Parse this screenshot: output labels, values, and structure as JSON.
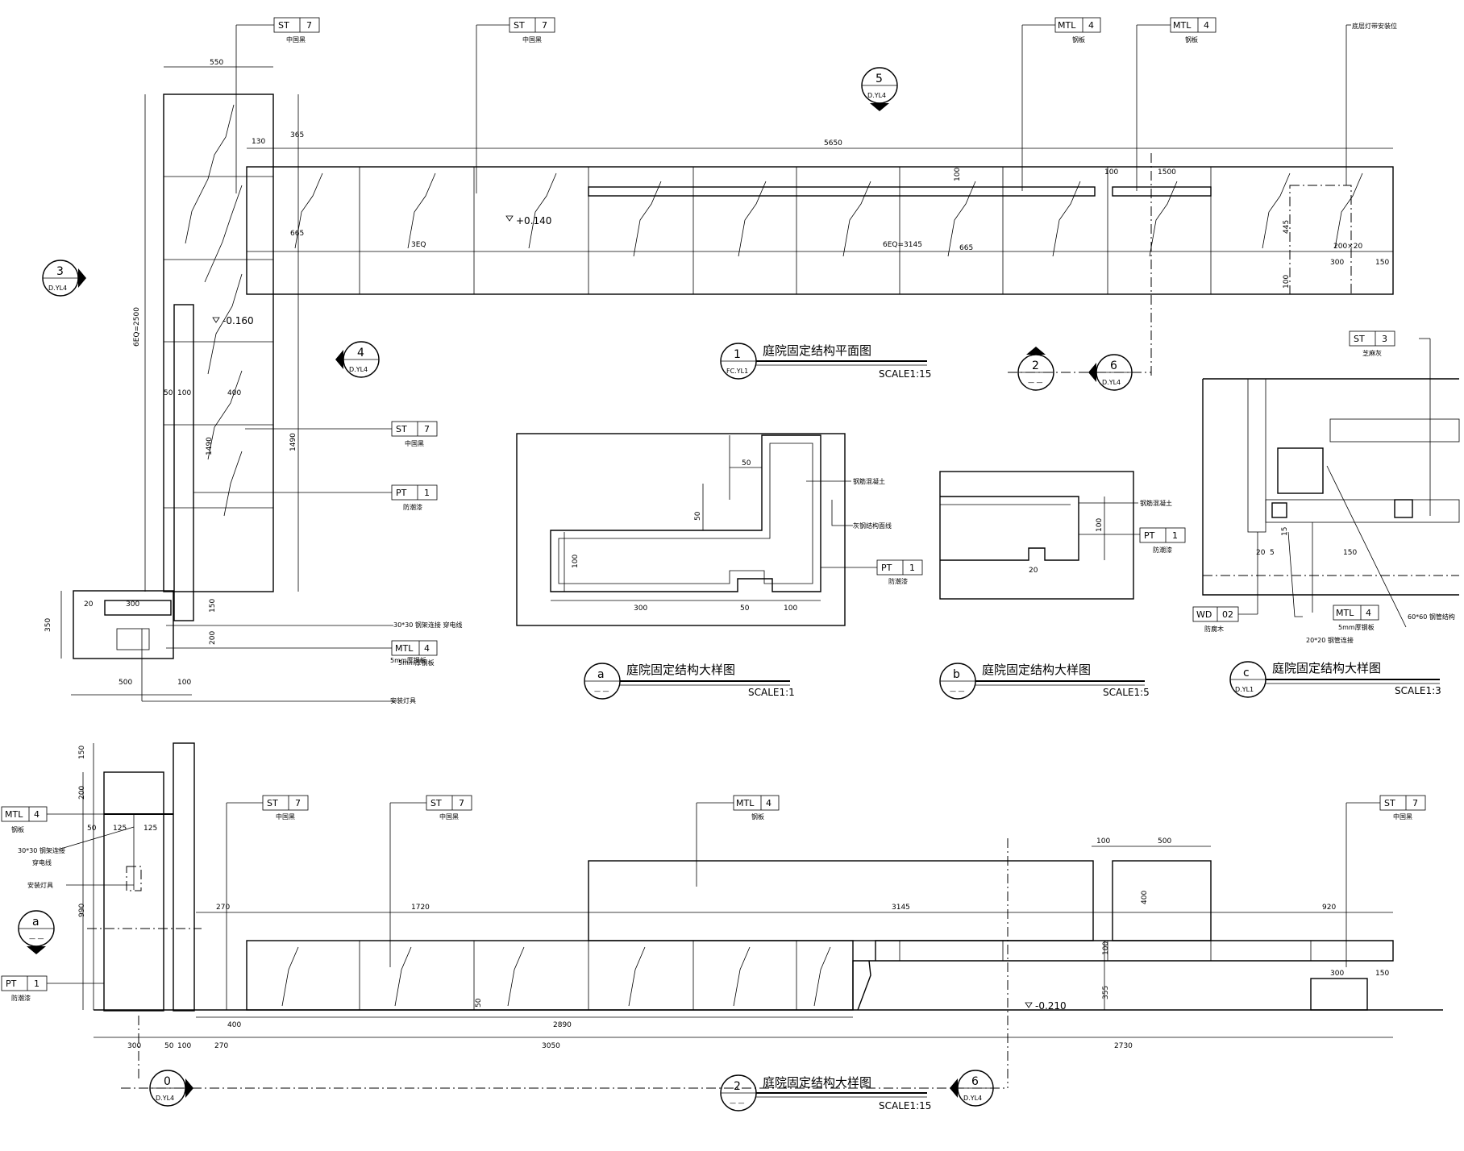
{
  "plan": {
    "title": "庭院固定结构平面图",
    "scale": "SCALE1:15",
    "num": "1",
    "sheet": "FC.YL1",
    "dims": {
      "d550": "550",
      "d365": "365",
      "d130": "130",
      "d5650": "5650",
      "d665": "665",
      "d3eq": "3EQ",
      "d6eq3145": "6EQ=3145",
      "d665b": "665",
      "d6eq2500": "6EQ=2500",
      "d1490": "1490",
      "d1490b": "1490",
      "d50": "50",
      "d100": "100",
      "d400": "400",
      "d150": "150",
      "d200": "200",
      "d350": "350",
      "d500": "500",
      "d100b": "100",
      "d300": "300",
      "d20": "20",
      "d100c": "100",
      "d100d": "100",
      "d1500": "1500",
      "d445": "445",
      "d200x20": "200×20",
      "d300b": "300",
      "d150b": "150",
      "d100e": "100"
    },
    "levels": {
      "l1": "+0.140",
      "l2": "-0.160"
    },
    "notes": {
      "pipe": "30*30 钢架连接 穿电线",
      "install": "安装灯具",
      "bolt": "5mm厚钢板",
      "topnote": "底层灯带安装位"
    },
    "tags": {
      "st7a": {
        "code": "ST",
        "num": "7",
        "sub": "中国黑"
      },
      "st7b": {
        "code": "ST",
        "num": "7",
        "sub": "中国黑"
      },
      "mtl4a": {
        "code": "MTL",
        "num": "4",
        "sub": "钢板"
      },
      "mtl4b": {
        "code": "MTL",
        "num": "4",
        "sub": "钢板"
      },
      "st7c": {
        "code": "ST",
        "num": "7",
        "sub": "中国黑"
      },
      "pt1": {
        "code": "PT",
        "num": "1",
        "sub": "防潮漆"
      },
      "mtl4c": {
        "code": "MTL",
        "num": "4",
        "sub": "5mm厚钢板"
      }
    },
    "sections": {
      "s3": {
        "num": "3",
        "sheet": "D.YL4"
      },
      "s4": {
        "num": "4",
        "sheet": "D.YL4"
      },
      "s5": {
        "num": "5",
        "sheet": "D.YL4"
      },
      "s6": {
        "num": "6",
        "sheet": "D.YL4"
      },
      "s2": {
        "num": "2",
        "sheet": "— —"
      }
    }
  },
  "detailA": {
    "title": "庭院固定结构大样图",
    "scale": "SCALE1:1",
    "num": "a",
    "sheet": "— —",
    "dims": {
      "d50": "50",
      "d50b": "50",
      "d100": "100",
      "d300": "300",
      "d50c": "50",
      "d100b": "100"
    },
    "notes": {
      "n1": "钢筋混凝土",
      "n2": "灰钢结构面线"
    },
    "tag": {
      "code": "PT",
      "num": "1",
      "sub": "防潮漆"
    }
  },
  "detailB": {
    "title": "庭院固定结构大样图",
    "scale": "SCALE1:5",
    "num": "b",
    "sheet": "— —",
    "dims": {
      "d100": "100",
      "d20": "20"
    },
    "notes": {
      "n1": "钢筋混凝土"
    },
    "tag": {
      "code": "PT",
      "num": "1",
      "sub": "防潮漆"
    }
  },
  "detailC": {
    "title": "庭院固定结构大样图",
    "scale": "SCALE1:3",
    "num": "c",
    "sheet": "D.YL1",
    "dims": {
      "d20": "20",
      "d5": "5",
      "d15": "15",
      "d150": "150"
    },
    "notes": {
      "n1": "60*60 钢管结构",
      "n2": "20*20 钢管连接"
    },
    "tags": {
      "st3": {
        "code": "ST",
        "num": "3",
        "sub": "芝麻灰"
      },
      "wd02": {
        "code": "WD",
        "num": "02",
        "sub": "防腐木"
      },
      "mtl4": {
        "code": "MTL",
        "num": "4",
        "sub": "5mm厚钢板"
      }
    }
  },
  "elev": {
    "title": "庭院固定结构大样图",
    "scale": "SCALE1:15",
    "num": "2",
    "sheet": "— —",
    "dims": {
      "d150": "150",
      "d200": "200",
      "d50": "50",
      "d125": "125",
      "d125b": "125",
      "d990": "990",
      "d270": "270",
      "d1720": "1720",
      "d3145": "3145",
      "d920": "920",
      "d100": "100",
      "d500": "500",
      "d400": "400",
      "d100b": "100",
      "d355": "355",
      "d300": "300",
      "d150b": "150",
      "d50b": "50",
      "d400b": "400",
      "d2890": "2890",
      "d300c": "300",
      "d50c": "50",
      "d100c": "100",
      "d270b": "270",
      "d3050": "3050",
      "d2730": "2730"
    },
    "levels": {
      "l1": "-0.210"
    },
    "notes": {
      "pipe": "30*30 钢架连接",
      "wire": "穿电线",
      "install": "安装灯具"
    },
    "tags": {
      "mtl4a": {
        "code": "MTL",
        "num": "4",
        "sub": "钢板"
      },
      "pt1": {
        "code": "PT",
        "num": "1",
        "sub": "防潮漆"
      },
      "st7a": {
        "code": "ST",
        "num": "7",
        "sub": "中国黑"
      },
      "st7b": {
        "code": "ST",
        "num": "7",
        "sub": "中国黑"
      },
      "mtl4b": {
        "code": "MTL",
        "num": "4",
        "sub": "钢板"
      },
      "st7c": {
        "code": "ST",
        "num": "7",
        "sub": "中国黑"
      }
    },
    "sections": {
      "sa": {
        "num": "a",
        "sheet": "— —"
      },
      "s0": {
        "num": "0",
        "sheet": "D.YL4"
      },
      "s6": {
        "num": "6",
        "sheet": "D.YL4"
      }
    }
  }
}
